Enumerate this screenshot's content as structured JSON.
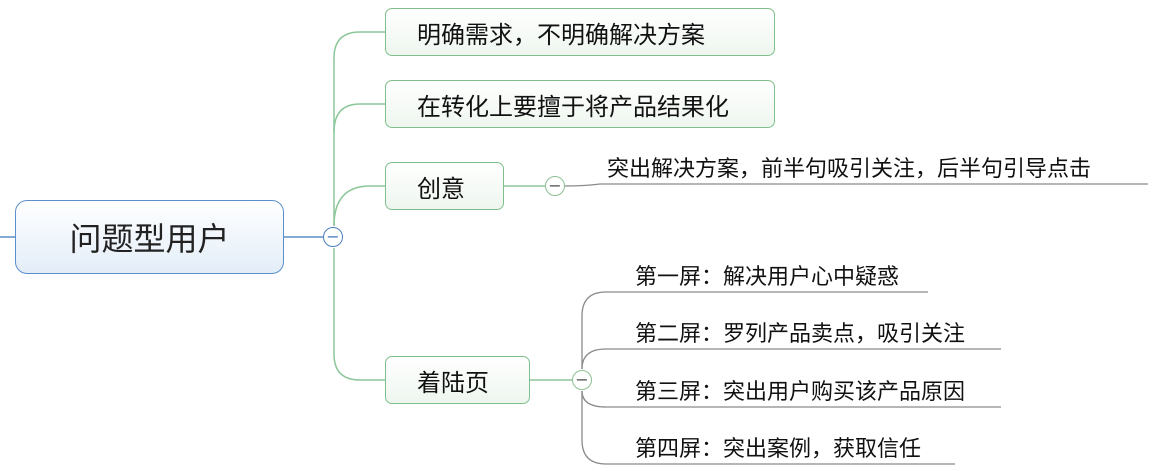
{
  "root": {
    "label": "问题型用户"
  },
  "branches": [
    {
      "label": "明确需求，不明确解决方案"
    },
    {
      "label": "在转化上要擅于将产品结果化"
    },
    {
      "label": "创意",
      "children": [
        "突出解决方案，前半句吸引关注，后半句引导点击"
      ]
    },
    {
      "label": "着陆页",
      "children": [
        "第一屏：解决用户心中疑惑",
        "第二屏：罗列产品卖点，吸引关注",
        "第三屏：突出用户购买该产品原因",
        "第四屏：突出案例，获取信任"
      ]
    }
  ],
  "collapse_symbol": "−",
  "colors": {
    "root_border": "#5b8fc9",
    "branch_border": "#7fbf8b",
    "leaf_line": "#555555"
  }
}
